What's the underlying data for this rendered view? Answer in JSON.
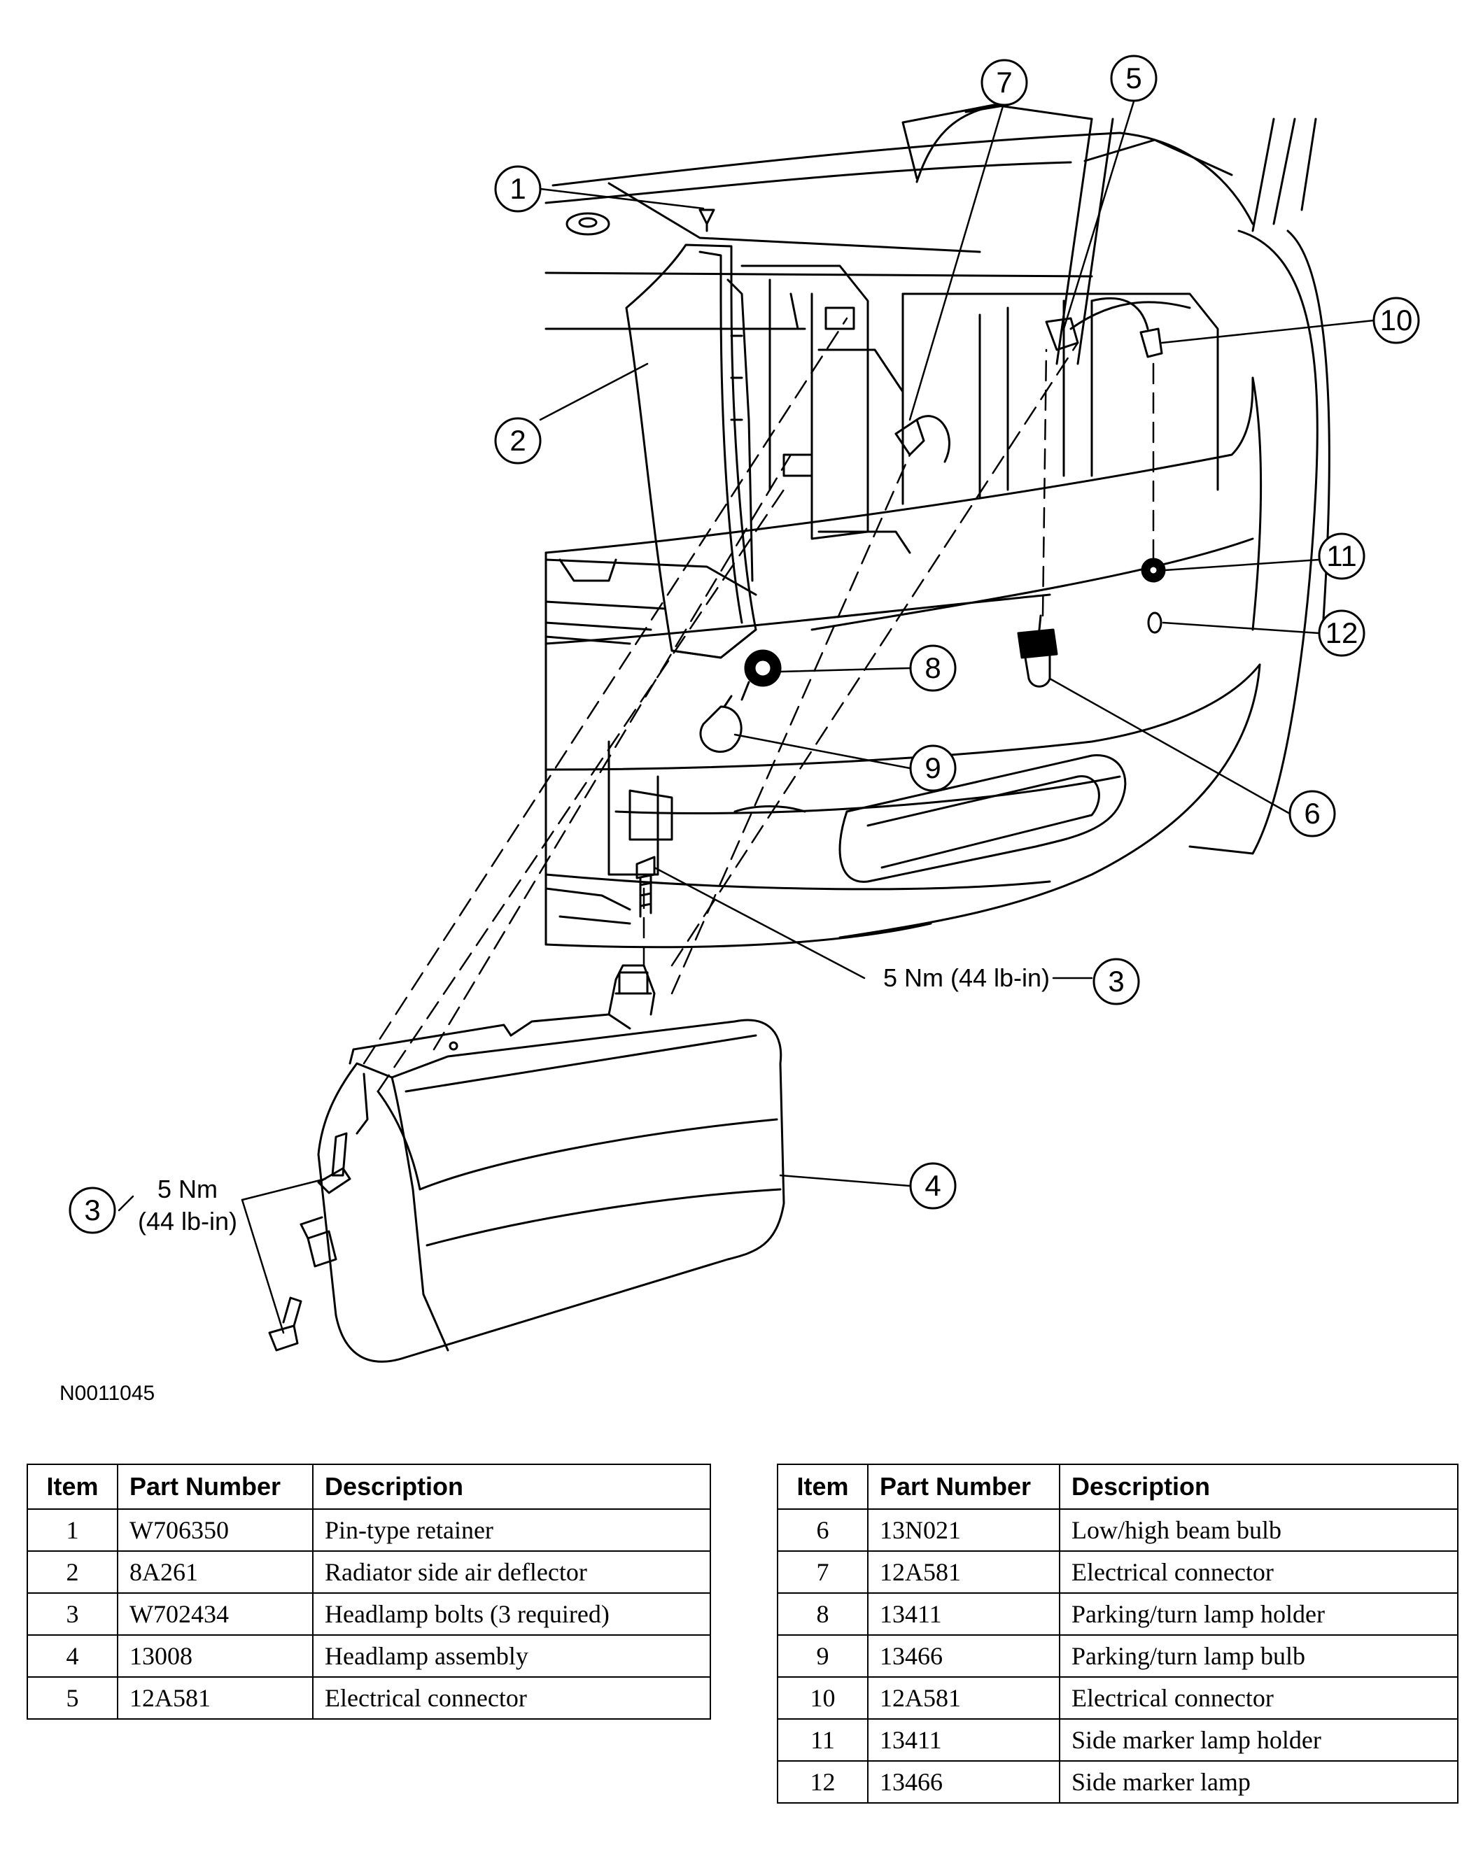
{
  "figure_code": "N0011045",
  "callouts": {
    "c1": "1",
    "c2": "2",
    "c3a": "3",
    "c3b": "3",
    "c4": "4",
    "c5": "5",
    "c6": "6",
    "c7": "7",
    "c8": "8",
    "c9": "9",
    "c10": "10",
    "c11": "11",
    "c12": "12"
  },
  "torque": {
    "upper": "5 Nm (44 lb-in)",
    "lower_line1": "5 Nm",
    "lower_line2": "(44 lb-in)"
  },
  "table_headers": {
    "item": "Item",
    "part_number": "Part Number",
    "description": "Description"
  },
  "parts_left": [
    {
      "item": "1",
      "part": "W706350",
      "desc": "Pin-type retainer"
    },
    {
      "item": "2",
      "part": "8A261",
      "desc": "Radiator side air deflector"
    },
    {
      "item": "3",
      "part": "W702434",
      "desc": "Headlamp bolts (3 required)"
    },
    {
      "item": "4",
      "part": "13008",
      "desc": "Headlamp assembly"
    },
    {
      "item": "5",
      "part": "12A581",
      "desc": "Electrical connector"
    }
  ],
  "parts_right": [
    {
      "item": "6",
      "part": "13N021",
      "desc": "Low/high beam bulb"
    },
    {
      "item": "7",
      "part": "12A581",
      "desc": "Electrical connector"
    },
    {
      "item": "8",
      "part": "13411",
      "desc": "Parking/turn lamp holder"
    },
    {
      "item": "9",
      "part": "13466",
      "desc": "Parking/turn lamp bulb"
    },
    {
      "item": "10",
      "part": "12A581",
      "desc": "Electrical connector"
    },
    {
      "item": "11",
      "part": "13411",
      "desc": "Side marker lamp holder"
    },
    {
      "item": "12",
      "part": "13466",
      "desc": "Side marker lamp"
    }
  ]
}
